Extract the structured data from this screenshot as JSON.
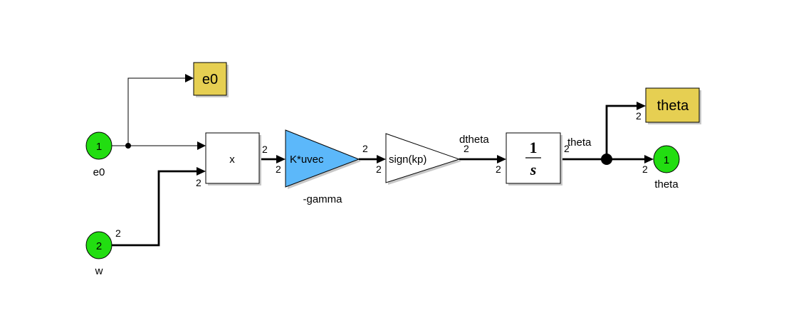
{
  "colors": {
    "port_fill": "#22dd11",
    "goto_fill": "#e6cf52",
    "gain_fill": "#5cb8fa",
    "line": "#000000",
    "block_border": "#000000",
    "shadow": "#c8c8c8"
  },
  "inports": [
    {
      "number": "1",
      "label": "e0"
    },
    {
      "number": "2",
      "label": "w"
    }
  ],
  "outport": {
    "number": "1",
    "label": "theta"
  },
  "goto_e0": {
    "label": "e0"
  },
  "goto_theta": {
    "label": "theta"
  },
  "product": {
    "label": "x"
  },
  "gain": {
    "label": "K*uvec",
    "caption": "-gamma"
  },
  "sign_gain": {
    "label": "sign(kp)"
  },
  "integrator": {
    "numerator": "1",
    "denominator": "s"
  },
  "signal_labels": {
    "dtheta": "dtheta",
    "theta": "theta"
  },
  "dims": {
    "w_out": "2",
    "product_in2": "2",
    "product_out": "2",
    "gain_in": "2",
    "gain_out": "2",
    "sign_in": "2",
    "sign_out": "2",
    "integrator_in": "2",
    "integrator_out": "2",
    "goto_theta_in": "2",
    "outport_in": "2"
  }
}
